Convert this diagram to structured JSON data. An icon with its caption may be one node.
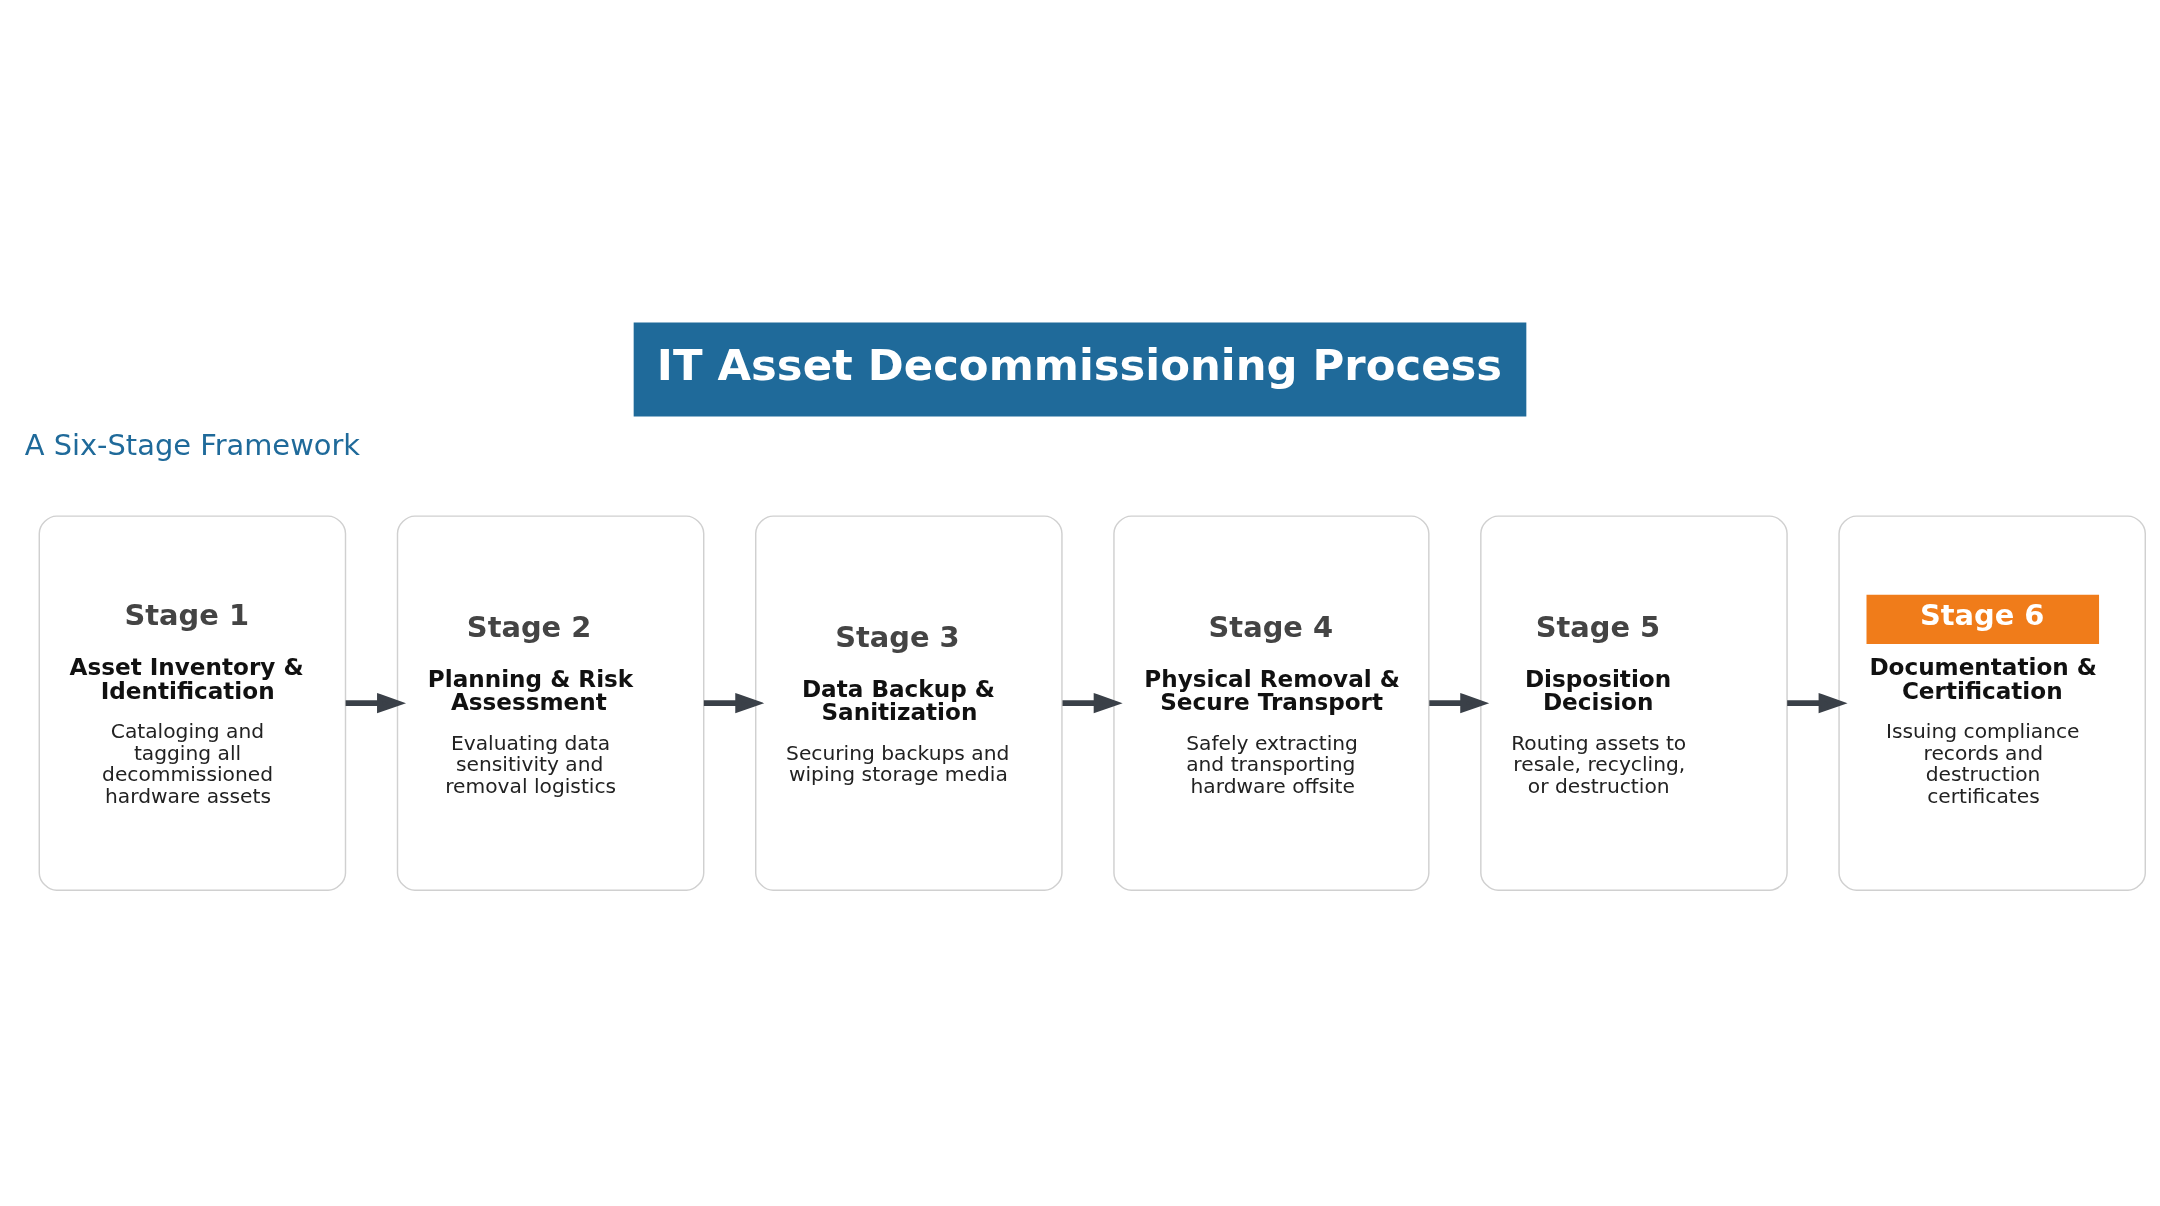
{
  "diagram": {
    "title": "IT Asset Decommissioning Process",
    "nodes": [
      {
        "text": [
          "Stage 1",
          "Asset Inventory & Identification",
          "Cataloging and tagging all decommissioned hardware assets"
        ]
      },
      {
        "text": [
          "Stage 2",
          "Planning & Risk Assessment",
          "Evaluating data sensitivity and removal logistics"
        ]
      },
      {
        "text": [
          "Stage 3",
          "Data Backup & Sanitization",
          "Securing backups and wiping storage media"
        ]
      },
      {
        "text": [
          "Stage 4",
          "Physical Removal & Secure Transport",
          "Safely extracting and transporting hardware offsite"
        ]
      },
      {
        "text": [
          "Stage 5",
          "Disposition Decision",
          "Routing assets to resale, recycling, or destruction"
        ]
      },
      {
        "text": [
          "Stage 6",
          "Documentation & Certification",
          "Issuing compliance records and destruction certificates"
        ]
      }
    ],
    "edges": [
      {
        "from": 0,
        "to": 1,
        "arrow": "to"
      },
      {
        "from": 1,
        "to": 2,
        "arrow": "to"
      },
      {
        "from": 2,
        "to": 3,
        "arrow": "to"
      },
      {
        "from": 3,
        "to": 4,
        "arrow": "to"
      },
      {
        "from": 4,
        "to": 5,
        "arrow": "to"
      }
    ],
    "labels": [
      "A Six-Stage Framework"
    ]
  }
}
